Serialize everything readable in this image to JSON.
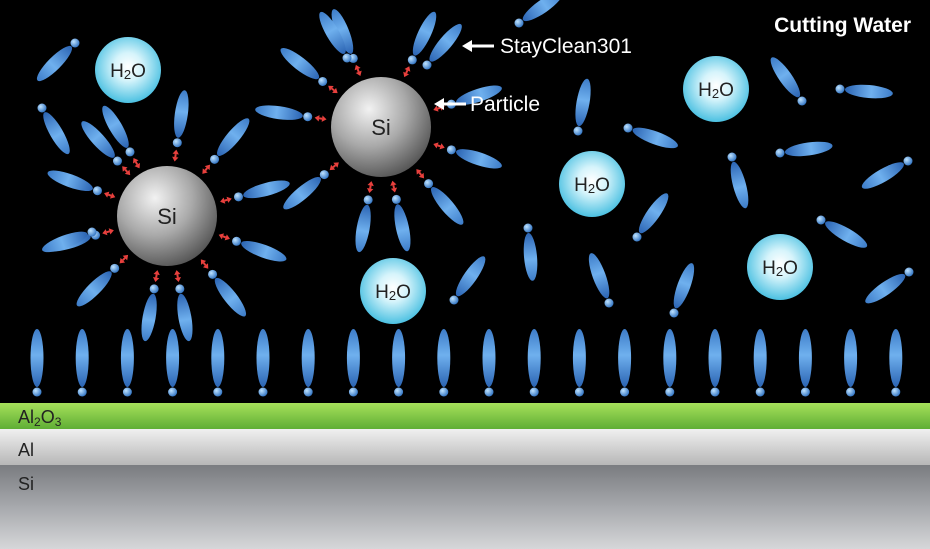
{
  "title": "Cutting Water",
  "labels": {
    "surfactant": "StayClean301",
    "particle": "Particle"
  },
  "particles": [
    {
      "symbol": "Si"
    },
    {
      "symbol": "Si"
    }
  ],
  "water": {
    "h": "H",
    "sub": "2",
    "o": "O"
  },
  "layers": [
    {
      "main": "Al",
      "sub": "2",
      "tail": "O",
      "sub2": "3"
    },
    {
      "main": "Al"
    },
    {
      "main": "Si"
    }
  ],
  "colors": {
    "background": "#000000",
    "molecule_blue": "#4f90d8",
    "arrow_red": "#e8403d",
    "oxide_green": "#7cc646",
    "aluminum_gray": "#cfcfcf",
    "silicon_gray": "#8e9094",
    "water_cyan": "#5fd0e8"
  }
}
